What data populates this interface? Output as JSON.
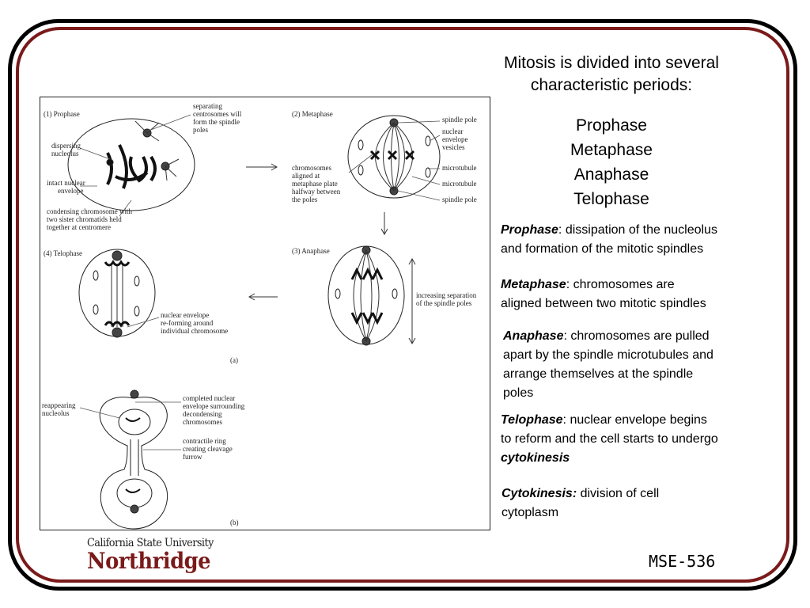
{
  "intro": {
    "line1": "Mitosis is divided into several",
    "line2": "characteristic periods:"
  },
  "phases": [
    "Prophase",
    "Metaphase",
    "Anaphase",
    "Telophase"
  ],
  "definitions": {
    "prophase": {
      "term": "Prophase",
      "line1": ": dissipation of the nucleolus",
      "line2": "and formation of the mitotic spindles"
    },
    "metaphase": {
      "term": "Metaphase",
      "line1": ": chromosomes are",
      "line2": "aligned between two mitotic spindles"
    },
    "anaphase": {
      "term": "Anaphase",
      "line1": ": chromosomes are pulled",
      "line2": "apart by the spindle microtubules and",
      "line3": "arrange themselves at the spindle",
      "line4": "poles"
    },
    "telophase": {
      "term": "Telophase",
      "line1": ": nuclear envelope begins",
      "line2": "to reform and the cell starts to undergo",
      "line3": "cytokinesis"
    },
    "cytokinesis": {
      "term": "Cytokinesis:",
      "line1": " division of cell",
      "line2": "cytoplasm"
    }
  },
  "diagram": {
    "prophase_title": "(1)   Prophase",
    "prophase_l1": [
      "separating",
      "centrosomes will",
      "form the spindle",
      "poles"
    ],
    "prophase_l2": [
      "dispersing",
      "nucleolus"
    ],
    "prophase_l3": [
      "intact nuclear",
      "envelope"
    ],
    "prophase_l4": [
      "condensing chromosome with",
      "two sister chromatids held",
      "together at centromere"
    ],
    "metaphase_title": "(2)   Metaphase",
    "metaphase_right": [
      "spindle pole",
      "nuclear",
      "envelope",
      "vesicles",
      "microtubule",
      "microtubule",
      "spindle pole"
    ],
    "metaphase_left": [
      "chromosomes",
      "aligned at",
      "metaphase plate",
      "halfway between",
      "the poles"
    ],
    "telophase_title": "(4)   Telophase",
    "telophase_l": [
      "nuclear envelope",
      "re-forming around",
      "individual chromosome"
    ],
    "anaphase_title": "(3)   Anaphase",
    "anaphase_l": [
      "increasing separation",
      "of the spindle poles"
    ],
    "label_a": "(a)",
    "cyto_left": [
      "reappearing",
      "nucleolus"
    ],
    "cyto_r1": [
      "completed nuclear",
      "envelope surrounding",
      "decondensing",
      "chromosomes"
    ],
    "cyto_r2": [
      "contractile ring",
      "creating cleavage",
      "furrow"
    ],
    "label_b": "(b)"
  },
  "logo": {
    "top": "California State University",
    "main": "Northridge"
  },
  "course": "MSE-536",
  "colors": {
    "frame_outer": "#000000",
    "frame_inner": "#7a1a1a",
    "logo": "#7a1a1a"
  }
}
